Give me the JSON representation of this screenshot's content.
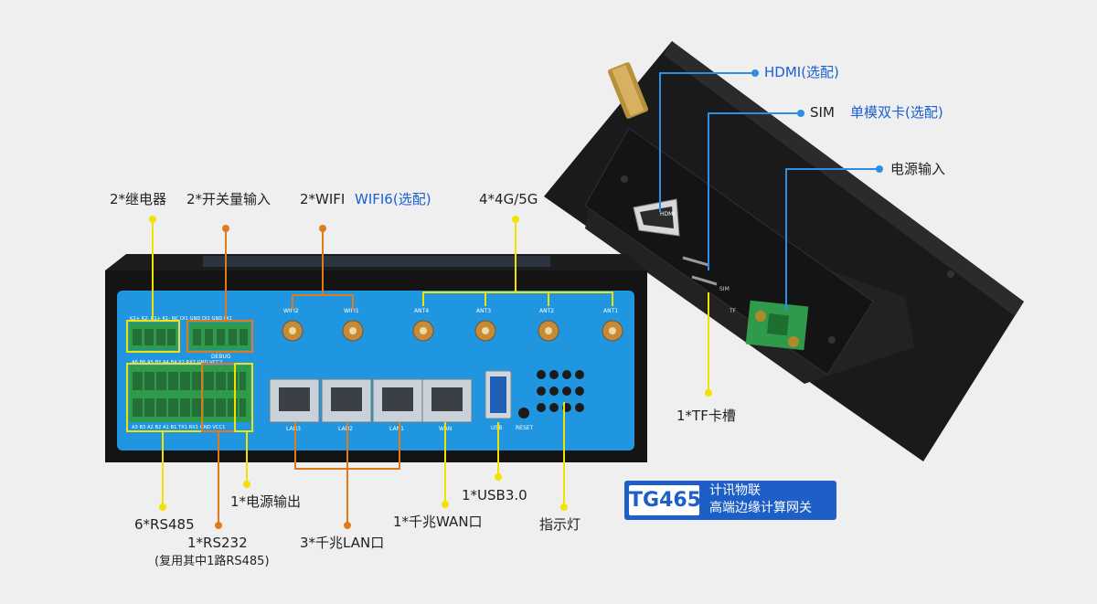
{
  "labels": {
    "relay": "2*继电器",
    "di": "2*开关量输入",
    "wifi_main": "2*WIFI",
    "wifi_opt": "WIFI6(选配)",
    "cell": "4*4G/5G",
    "hdmi": "HDMI(选配)",
    "sim_main": "SIM",
    "sim_opt": "单模双卡(选配)",
    "power_in": "电源输入",
    "tf": "1*TF卡槽",
    "rs485": "6*RS485",
    "rs232": "1*RS232",
    "rs232_note": "(复用其中1路RS485)",
    "power_out": "1*电源输出",
    "lan": "3*千兆LAN口",
    "wan": "1*千兆WAN口",
    "usb": "1*USB3.0",
    "led": "指示灯"
  },
  "badge": {
    "model": "TG465",
    "line1": "计讯物联",
    "line2": "高端边缘计算网关"
  },
  "panel": {
    "antennas": [
      "WIFI2",
      "WIFI1",
      "ANT4",
      "ANT3",
      "ANT2",
      "ANT1"
    ],
    "ports": [
      "LAN3",
      "LAN2",
      "LAN1",
      "WAN"
    ],
    "usb": "USB",
    "reset": "RESET",
    "debug": "DEBUG",
    "term_top": [
      "K2+",
      "K2-",
      "K1+",
      "K1-",
      "NC",
      "DI1",
      "GND",
      "DI2",
      "GND",
      "DI1"
    ],
    "term_mid": [
      "A6",
      "B6",
      "A5",
      "B5",
      "A4",
      "B4",
      "X2",
      "RX2",
      "GND",
      "VCC2"
    ],
    "term_bot": [
      "A3",
      "B3",
      "A2",
      "B2",
      "A1",
      "B1",
      "TX1",
      "RX1",
      "GND",
      "VCC1"
    ],
    "side_hdmi": "HDMI",
    "side_sim": "SIM",
    "side_tf": "TF"
  },
  "colors": {
    "panel_blue": "#2196e0",
    "line_yellow": "#f2e200",
    "line_orange": "#e07a1a",
    "line_blue": "#2d8ee6",
    "accent_blue": "#1a5fd6",
    "terminal_green": "#2f9b4a"
  }
}
